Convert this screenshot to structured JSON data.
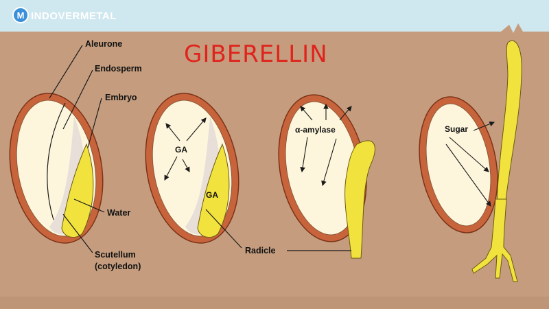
{
  "brand": {
    "name": "INDOVERMETAL",
    "logo_letter": "M"
  },
  "title": "GIBERELLIN",
  "labels": {
    "aleurone": "Aleurone",
    "endosperm": "Endosperm",
    "embryo": "Embryo",
    "water": "Water",
    "scutellum": "Scutellum",
    "cotyledon": "(cotyledon)",
    "radicle": "Radicle",
    "ga_1": "GA",
    "ga_2": "GA",
    "alpha_amylase": "α-amylase",
    "sugar": "Sugar"
  },
  "colors": {
    "sky": "#cfe7ef",
    "soil": "#c59d7e",
    "aleurone": "#c8643c",
    "endosperm": "#fdf6dc",
    "embryo": "#f2e23e",
    "title": "#e0231c"
  }
}
